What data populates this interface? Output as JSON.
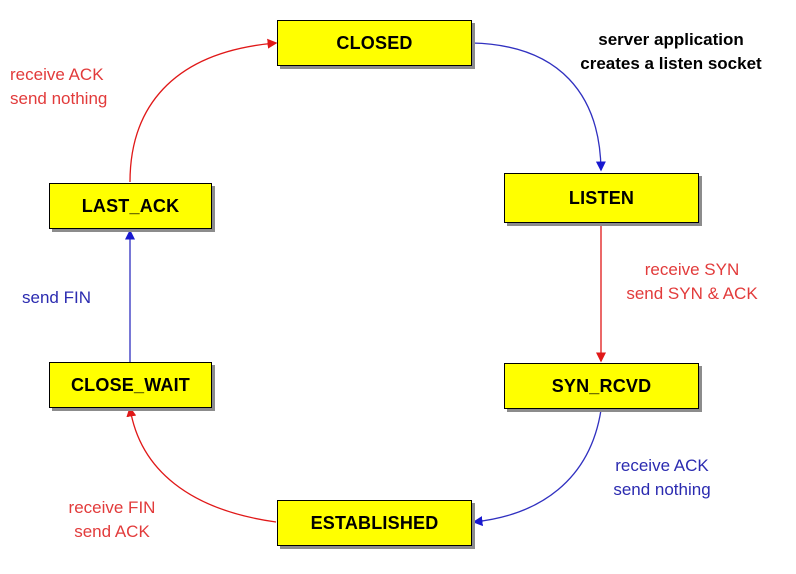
{
  "states": {
    "closed": "CLOSED",
    "listen": "LISTEN",
    "syn_rcvd": "SYN_RCVD",
    "established": "ESTABLISHED",
    "close_wait": "CLOSE_WAIT",
    "last_ack": "LAST_ACK"
  },
  "note": {
    "line1": "server application",
    "line2": "creates a listen socket"
  },
  "transitions": {
    "listen_to_syn_rcvd": {
      "line1": "receive SYN",
      "line2": "send SYN & ACK"
    },
    "syn_rcvd_to_established": {
      "line1": "receive  ACK",
      "line2": "send nothing"
    },
    "established_to_close_wait": {
      "line1": "receive FIN",
      "line2": "send ACK"
    },
    "close_wait_to_last_ack": {
      "line1": "send FIN"
    },
    "last_ack_to_closed": {
      "line1": "receive  ACK",
      "line2": "send nothing"
    }
  },
  "colors": {
    "state_fill": "#ffff00",
    "red_transition": "#e23b3b",
    "blue_transition": "#2b2bb0"
  }
}
